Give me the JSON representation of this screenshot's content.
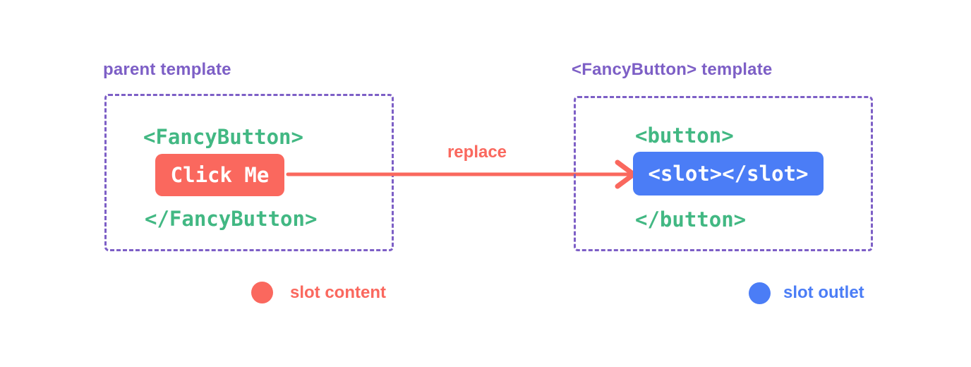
{
  "colors": {
    "purple": "#7d5fc6",
    "green": "#42b883",
    "red": "#fa685e",
    "blue": "#4b7df6",
    "background": "#ffffff",
    "white": "#ffffff"
  },
  "parent_panel": {
    "title": "parent template",
    "open_tag": "<FancyButton>",
    "slot_content_label": "Click Me",
    "close_tag": "</FancyButton>"
  },
  "arrow": {
    "label": "replace"
  },
  "fancy_button_panel": {
    "title": "<FancyButton> template",
    "open_tag": "<button>",
    "slot_outlet_label": "<slot></slot>",
    "close_tag": "</button>"
  },
  "legend": {
    "slot_content": "slot content",
    "slot_outlet": "slot outlet"
  }
}
